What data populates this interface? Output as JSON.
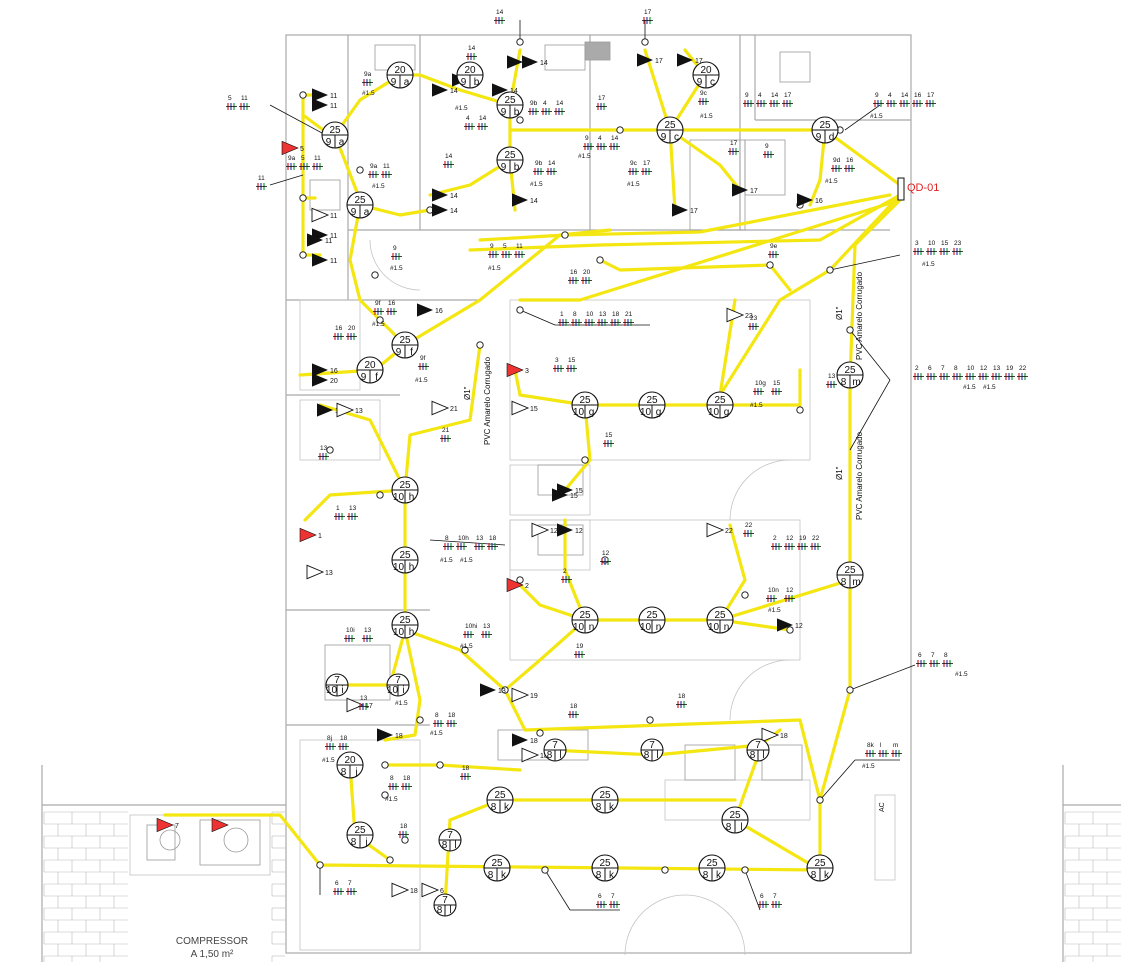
{
  "panel": {
    "label": "QD-01"
  },
  "conduit_note": {
    "diameter": "Ø1\"",
    "material": "PVC Amarelo Corrugado"
  },
  "compressor": {
    "title": "COMPRESSOR",
    "area": "A 1,50 m²"
  },
  "ac_label": "AC",
  "colors": {
    "conduit": "#f4e611",
    "phase": "#d52020",
    "neutral": "#2b3fb8",
    "ground": "#1a9a38",
    "panel_text": "#e02020"
  },
  "luminaires": [
    {
      "top": "20",
      "bl": "9",
      "br": "a"
    },
    {
      "top": "20",
      "bl": "9",
      "br": "b"
    },
    {
      "top": "25",
      "bl": "9",
      "br": "b"
    },
    {
      "top": "25",
      "bl": "9",
      "br": "a"
    },
    {
      "top": "25",
      "bl": "9",
      "br": "b"
    },
    {
      "top": "25",
      "bl": "9",
      "br": "a"
    },
    {
      "top": "20",
      "bl": "9",
      "br": "c"
    },
    {
      "top": "25",
      "bl": "9",
      "br": "c"
    },
    {
      "top": "25",
      "bl": "9",
      "br": "d"
    },
    {
      "top": "25",
      "bl": "9",
      "br": "f"
    },
    {
      "top": "20",
      "bl": "9",
      "br": "f"
    },
    {
      "top": "25",
      "bl": "10",
      "br": "g"
    },
    {
      "top": "25",
      "bl": "10",
      "br": "g"
    },
    {
      "top": "25",
      "bl": "10",
      "br": "g"
    },
    {
      "top": "25",
      "bl": "8",
      "br": "m"
    },
    {
      "top": "25",
      "bl": "10",
      "br": "h"
    },
    {
      "top": "25",
      "bl": "10",
      "br": "h"
    },
    {
      "top": "25",
      "bl": "10",
      "br": "h"
    },
    {
      "top": "25",
      "bl": "10",
      "br": "n"
    },
    {
      "top": "25",
      "bl": "10",
      "br": "n"
    },
    {
      "top": "25",
      "bl": "10",
      "br": "n"
    },
    {
      "top": "25",
      "bl": "8",
      "br": "m"
    },
    {
      "top": "7",
      "bl": "10",
      "br": "i"
    },
    {
      "top": "7",
      "bl": "10",
      "br": "i"
    },
    {
      "top": "7",
      "bl": "8",
      "br": "l"
    },
    {
      "top": "7",
      "bl": "8",
      "br": "l"
    },
    {
      "top": "7",
      "bl": "8",
      "br": "l"
    },
    {
      "top": "20",
      "bl": "8",
      "br": "j"
    },
    {
      "top": "25",
      "bl": "8",
      "br": "k"
    },
    {
      "top": "25",
      "bl": "8",
      "br": "k"
    },
    {
      "top": "25",
      "bl": "8",
      "br": "j"
    },
    {
      "top": "7",
      "bl": "8",
      "br": "l"
    },
    {
      "top": "25",
      "bl": "8",
      "br": "l"
    },
    {
      "top": "25",
      "bl": "8",
      "br": "k"
    },
    {
      "top": "25",
      "bl": "8",
      "br": "k"
    },
    {
      "top": "25",
      "bl": "8",
      "br": "k"
    },
    {
      "top": "25",
      "bl": "8",
      "br": "k"
    },
    {
      "top": "7",
      "bl": "8",
      "br": "l"
    }
  ],
  "circuit_labels": [
    "14",
    "17",
    "5",
    "11",
    "9a",
    "#1.5",
    "14",
    "9b",
    "4",
    "14",
    "17",
    "9",
    "4",
    "14",
    "16",
    "17",
    "9a",
    "5",
    "11",
    "11",
    "9a",
    "11",
    "#1.5",
    "4",
    "14",
    "9",
    "4",
    "14",
    "#1.5",
    "9b",
    "14",
    "#1.5",
    "9c",
    "17",
    "#1.5",
    "9",
    "#1.5",
    "9d",
    "16",
    "#1.5",
    "9",
    "#1.5",
    "9",
    "5",
    "11",
    "16",
    "20",
    "9e",
    "3",
    "10",
    "15",
    "23",
    "#1.5",
    "1",
    "8",
    "10",
    "13",
    "18",
    "21",
    "9f",
    "16",
    "#1.5",
    "16",
    "20",
    "9f",
    "#1.5",
    "3",
    "15",
    "10g",
    "15",
    "#1.5",
    "23",
    "2",
    "6",
    "7",
    "8",
    "10",
    "12",
    "13",
    "19",
    "22",
    "#1.5",
    "#1.5",
    "13",
    "21",
    "13",
    "15",
    "1",
    "13",
    "8",
    "10h",
    "13",
    "18",
    "#1.5",
    "#1.5",
    "12",
    "2",
    "22",
    "2",
    "12",
    "19",
    "22",
    "10n",
    "12",
    "#1.5",
    "10i",
    "13",
    "10hi",
    "13",
    "#1.5",
    "19",
    "6",
    "7",
    "8",
    "#1.5",
    "13",
    "18",
    "13",
    "8",
    "18",
    "#1.5",
    "18",
    "8j",
    "18",
    "#1.5",
    "18",
    "8",
    "18",
    "#1.5",
    "18",
    "8k",
    "l",
    "m",
    "#1.5",
    "6",
    "7",
    "6",
    "7",
    "6",
    "7"
  ],
  "device_numbers": [
    "14",
    "14",
    "14",
    "17",
    "17",
    "11",
    "11",
    "5",
    "14",
    "14",
    "14",
    "14",
    "14",
    "11",
    "11",
    "11",
    "11",
    "17",
    "17",
    "16",
    "16",
    "16",
    "20",
    "23",
    "3",
    "15",
    "13",
    "13",
    "21",
    "15",
    "15",
    "12",
    "12",
    "22",
    "2",
    "1",
    "13",
    "12",
    "13",
    "19",
    "17",
    "18",
    "18",
    "18",
    "18",
    "18",
    "6",
    "7"
  ]
}
